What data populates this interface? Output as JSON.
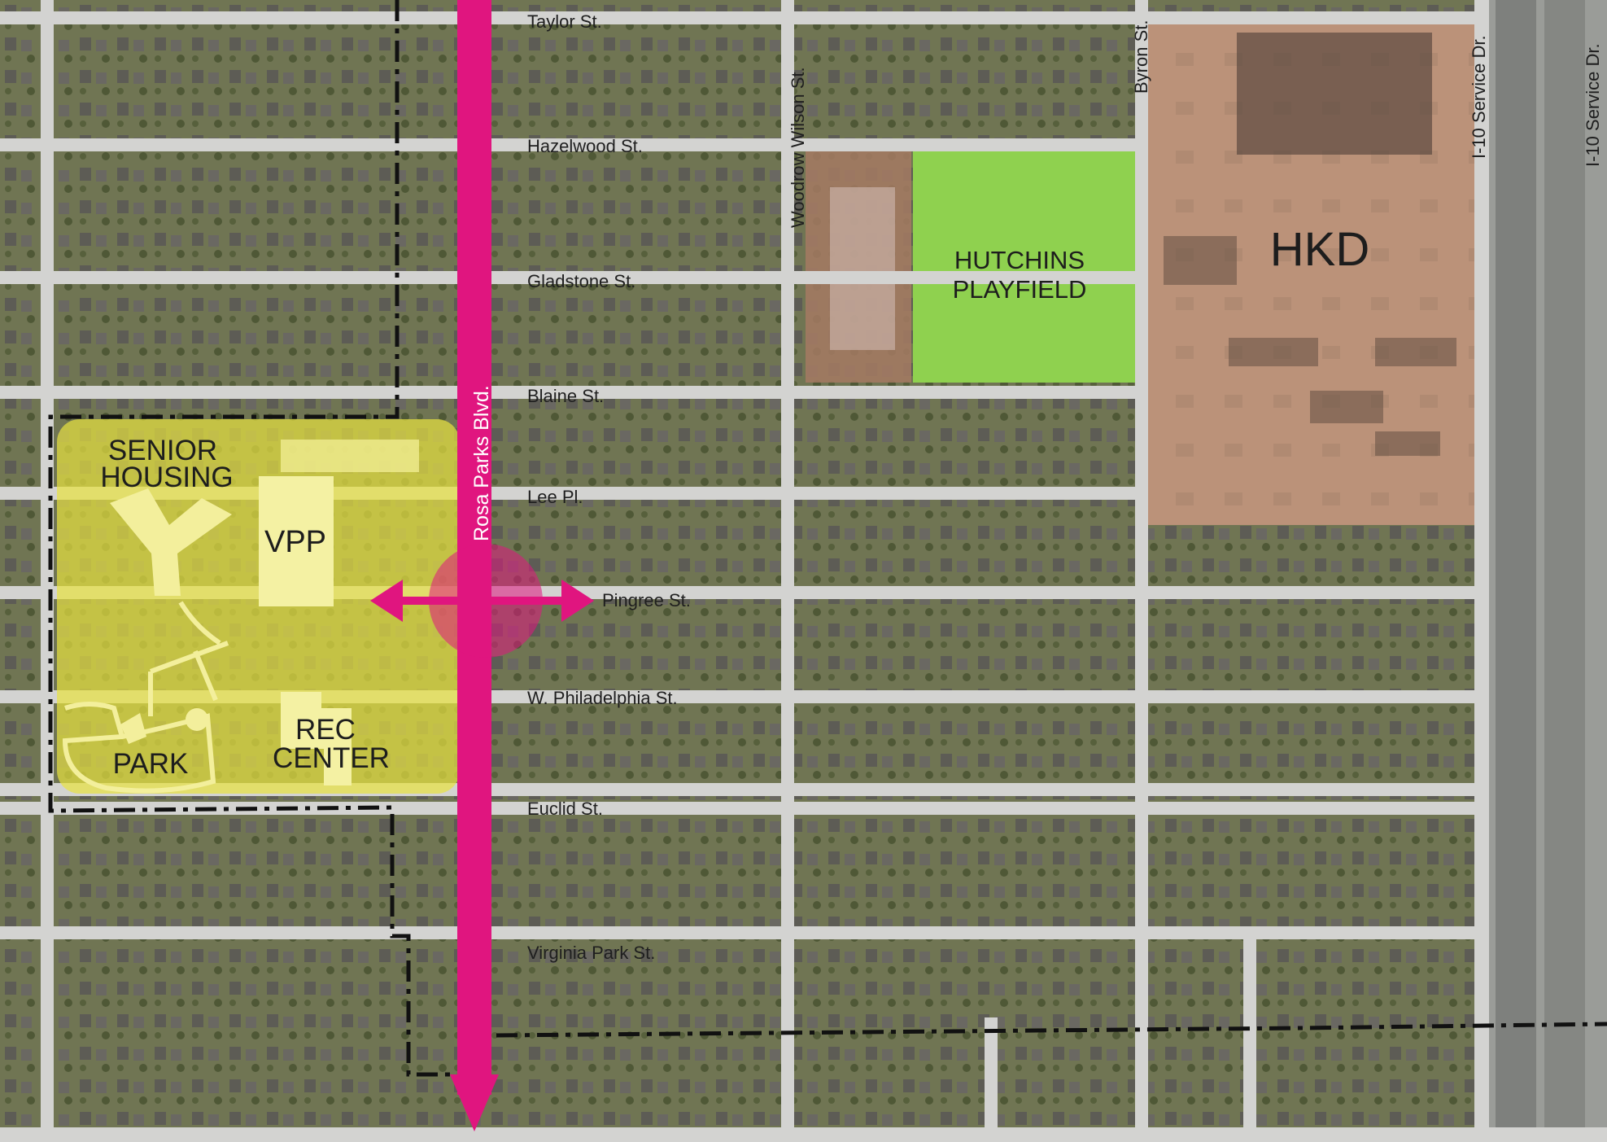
{
  "streets": {
    "taylor": "Taylor St.",
    "hazelwood": "Hazelwood St.",
    "gladstone": "Gladstone St.",
    "blaine": "Blaine St.",
    "lee": "Lee Pl.",
    "pingree": "Pingree St.",
    "philadelphia": "W. Philadelphia St.",
    "euclid": "Euclid St.",
    "virginia_park": "Virginia Park St.",
    "woodrow_wilson": "Woodrow Wilson St.",
    "byron": "Byron St.",
    "i10_service_1": "I-10 Service Dr.",
    "i10_service_2": "I-10 Service Dr.",
    "rosa_parks": "Rosa Parks Blvd."
  },
  "zones": {
    "senior_housing_line1": "SENIOR",
    "senior_housing_line2": "HOUSING",
    "vpp": "VPP",
    "rec_center_line1": "REC",
    "rec_center_line2": "CENTER",
    "park": "PARK",
    "hutchins_line1": "HUTCHINS",
    "hutchins_line2": "PLAYFIELD",
    "hkd": "HKD"
  },
  "colors": {
    "boulevard": "#e0157f",
    "campus_overlay": "#e8e340",
    "playfield": "#8fd14f",
    "hkd_overlay": "#c89478",
    "street": "#d3d3d1",
    "boundary": "#111111"
  },
  "icons": {
    "boulevard_arrow": "arrow-down-icon",
    "crossing": "double-arrow-icon",
    "node": "circle-node-icon"
  }
}
